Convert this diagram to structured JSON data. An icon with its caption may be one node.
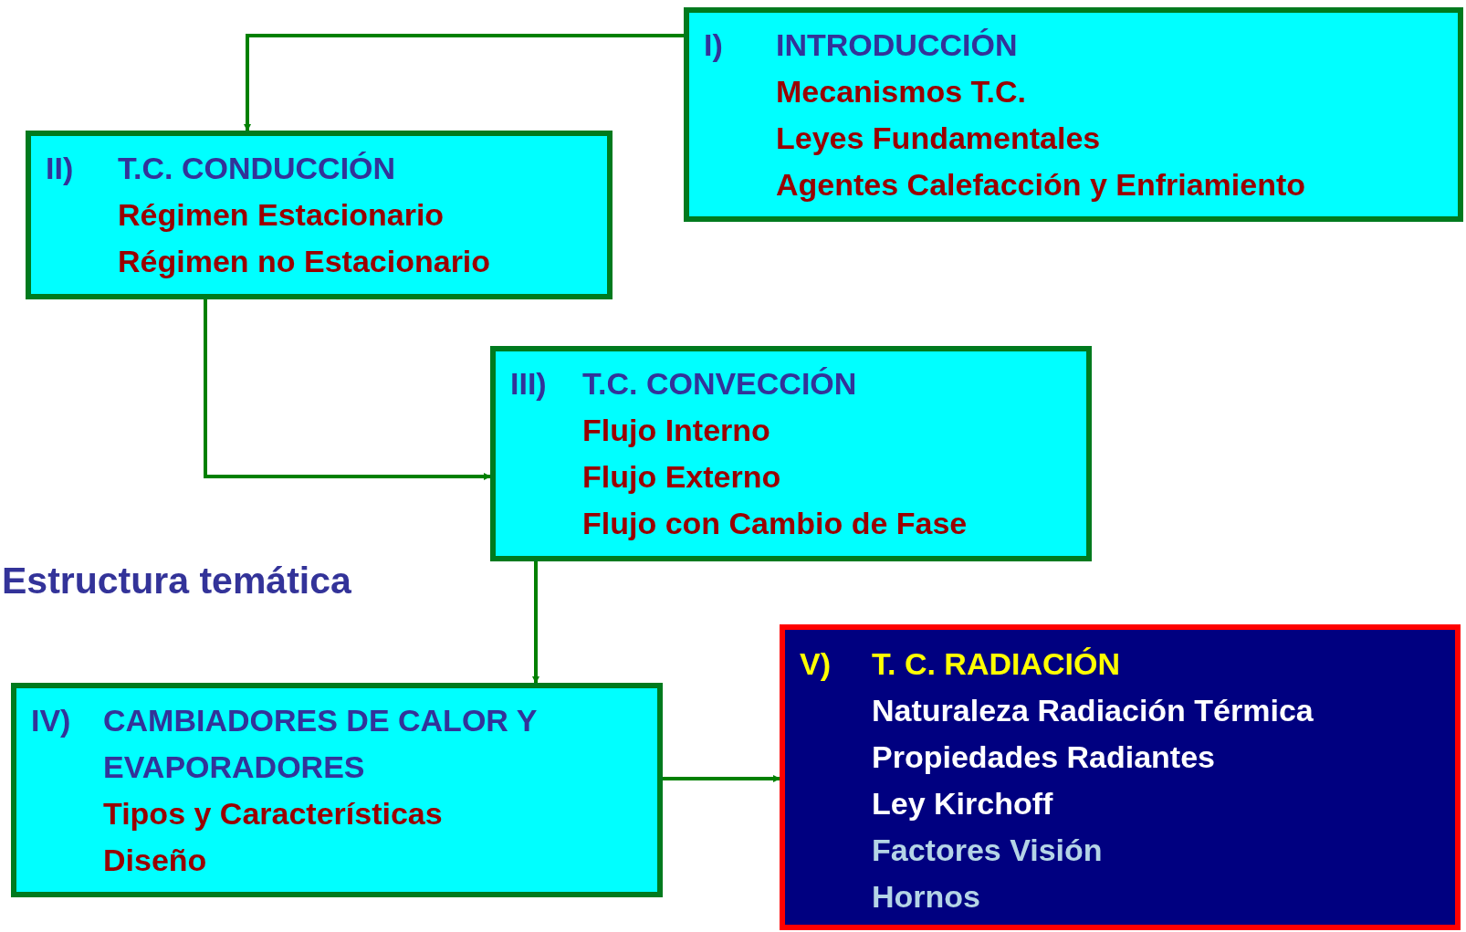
{
  "diagram": {
    "title": "Estructura temática",
    "nodes": [
      {
        "text": [
          "I)",
          "INTRODUCCIÓN",
          "Mecanismos T.C.",
          "Leyes Fundamentales",
          "Agentes Calefacción y Enfriamiento"
        ]
      },
      {
        "text": [
          "II)",
          "T.C. CONDUCCIÓN",
          "Régimen Estacionario",
          "Régimen no Estacionario"
        ]
      },
      {
        "text": [
          "III)",
          "T.C. CONVECCIÓN",
          "Flujo Interno",
          "Flujo Externo",
          "Flujo con Cambio de Fase"
        ]
      },
      {
        "text": [
          "IV)",
          "CAMBIADORES DE CALOR Y EVAPORADORES",
          "Tipos y Características",
          "Diseño"
        ]
      },
      {
        "text": [
          "V)",
          "T. C. RADIACIÓN",
          "Naturaleza Radiación Térmica",
          "Propiedades Radiantes",
          "Ley Kirchoff",
          "Factores Visión",
          "Hornos"
        ]
      }
    ],
    "edges": [
      {
        "from": 0,
        "to": 1,
        "arrow": "to"
      },
      {
        "from": 1,
        "to": 2,
        "arrow": "to"
      },
      {
        "from": 2,
        "to": 3,
        "arrow": "to"
      },
      {
        "from": 3,
        "to": 4,
        "arrow": "to"
      }
    ]
  }
}
